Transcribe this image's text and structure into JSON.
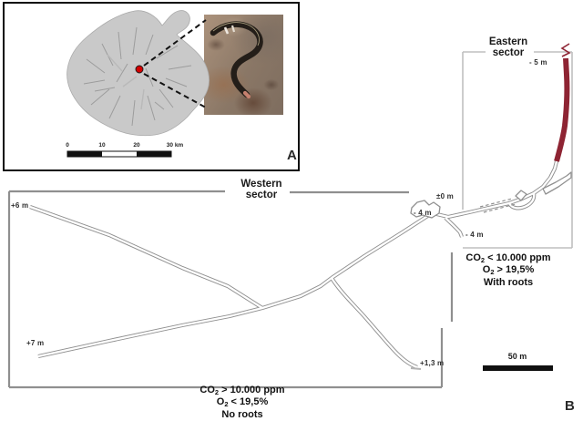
{
  "figure": {
    "panel_a": {
      "label": "A",
      "map_scale_ticks": [
        "0",
        "10",
        "20",
        "30 km"
      ]
    },
    "panel_b": {
      "label": "B",
      "sectors": {
        "western": {
          "line1": "Western",
          "line2": "sector"
        },
        "eastern": {
          "line1": "Eastern",
          "line2": "sector"
        }
      },
      "elevations": {
        "plus6": "+6 m",
        "plus7": "+7 m",
        "plus13": "+1,3 m",
        "minus4_west": "- 4 m",
        "zero": "±0 m",
        "minus4_east": "- 4 m",
        "minus5": "- 5 m"
      },
      "annotations": {
        "west": {
          "line1": {
            "pre": "CO",
            "sub": "2",
            "post": " > 10.000 ppm"
          },
          "line2": {
            "pre": "O",
            "sub": "2",
            "post": " < 19,5%"
          },
          "line3": "No roots"
        },
        "east": {
          "line1": {
            "pre": "CO",
            "sub": "2",
            "post": " < 10.000 ppm"
          },
          "line2": {
            "pre": "O",
            "sub": "2",
            "post": " > 19,5%"
          },
          "line3": "With roots"
        }
      },
      "scale_bar_label": "50 m"
    },
    "colors": {
      "passage_outline": "#909090",
      "red_passage": "#8e2433",
      "red_dot": "#d40000",
      "island_fill": "#c9c9c9"
    }
  }
}
